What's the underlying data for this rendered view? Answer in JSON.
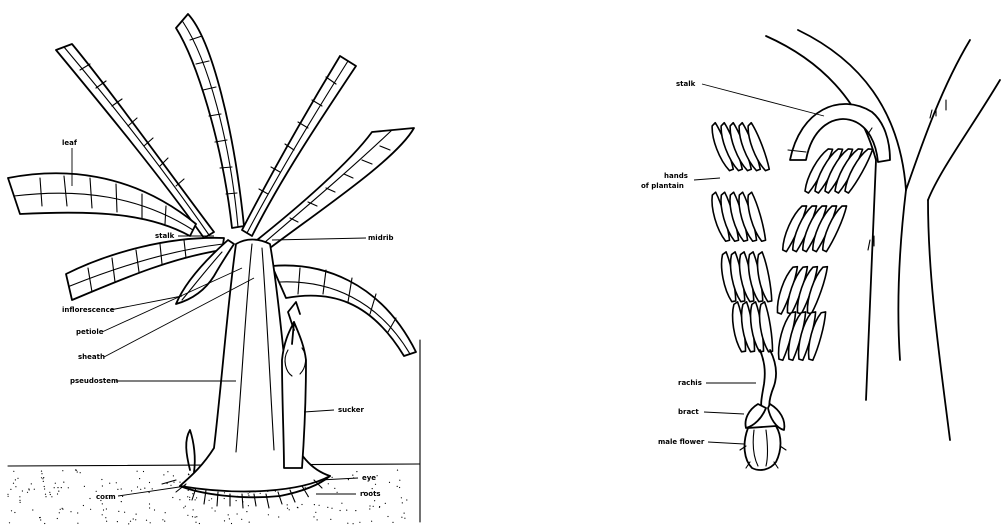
{
  "plant_diagram": {
    "labels": {
      "leaf": "leaf",
      "stalk": "stalk",
      "midrib": "midrib",
      "inflorescence": "inflorescence",
      "petiole": "petiole",
      "sheath": "sheath",
      "pseudostem": "pseudostem",
      "sucker": "sucker",
      "eye": "eye",
      "corm": "corm",
      "roots": "roots"
    }
  },
  "bunch_diagram": {
    "labels": {
      "stalk": "stalk",
      "hands_line1": "hands",
      "hands_line2": "of plantain",
      "rachis": "rachis",
      "bract": "bract",
      "male_flower": "male flower"
    }
  }
}
